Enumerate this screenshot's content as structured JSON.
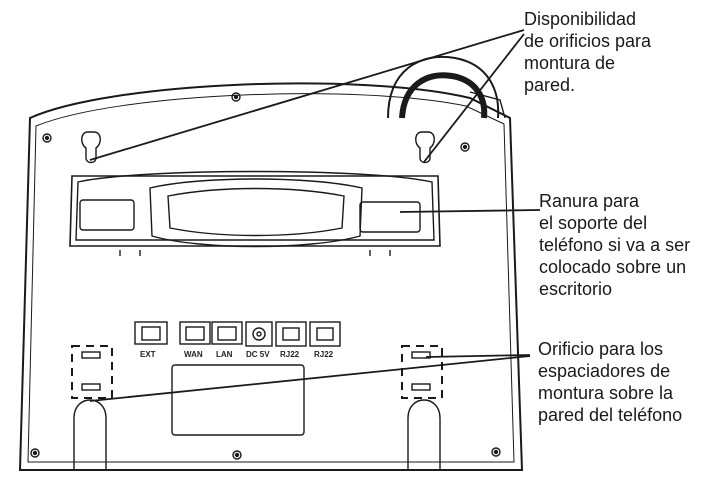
{
  "callouts": {
    "wall_mount": [
      "Disponibilidad",
      "de orificios para",
      "montura de",
      "pared."
    ],
    "desk_slot": [
      "Ranura para",
      "el soporte del",
      "teléfono si va a ser",
      "colocado sobre un",
      "escritorio"
    ],
    "spacer": [
      "Orificio para los",
      "espaciadores de",
      "montura sobre la",
      "pared del teléfono"
    ]
  },
  "ports": {
    "ext": "EXT",
    "wan": "WAN",
    "lan": "LAN",
    "dc": "DC 5V",
    "rj22_a": "RJ22",
    "rj22_b": "RJ22"
  },
  "colors": {
    "line": "#1a1a1a",
    "body_fill": "#ffffff"
  }
}
